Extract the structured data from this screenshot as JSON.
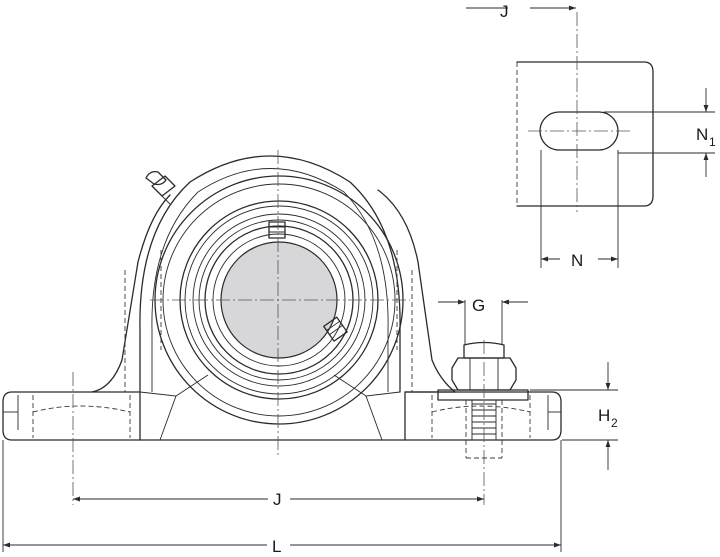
{
  "labels": {
    "J_top": "J",
    "N1_main": "N",
    "N1_sub": "1",
    "N": "N",
    "G": "G",
    "H2_main": "H",
    "H2_sub": "2",
    "J_bottom": "J",
    "L": "L"
  },
  "colors": {
    "line": "#2b2b2b",
    "bore_fill": "#d7d7d9",
    "background": "#ffffff"
  }
}
